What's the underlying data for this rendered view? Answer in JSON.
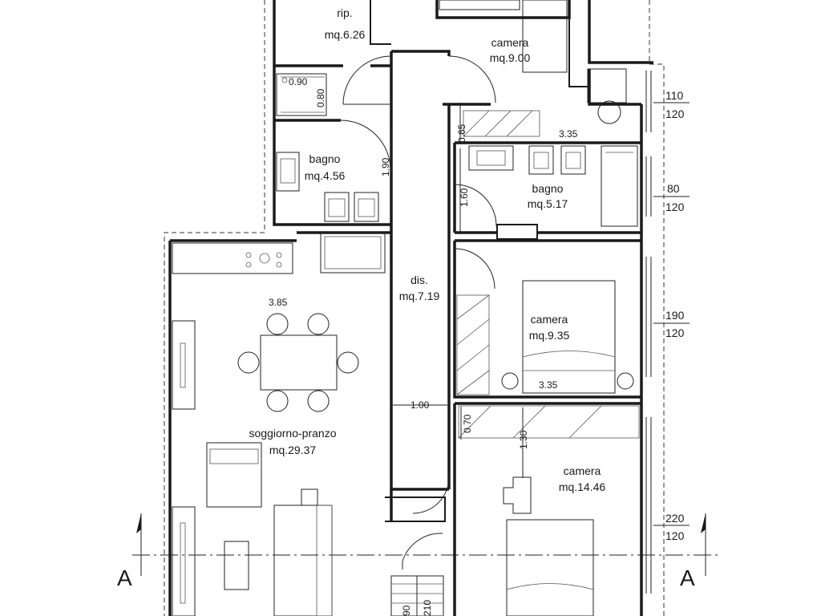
{
  "rooms": {
    "rip": {
      "name": "rip.",
      "area": "mq.6.26"
    },
    "camera_top": {
      "name": "camera",
      "area": "mq.9.00"
    },
    "bagno_left": {
      "name": "bagno",
      "area": "mq.4.56"
    },
    "bagno_right": {
      "name": "bagno",
      "area": "mq.5.17"
    },
    "dis": {
      "name": "dis.",
      "area": "mq.7.19"
    },
    "camera_mid": {
      "name": "camera",
      "area": "mq.9.35"
    },
    "soggiorno": {
      "name": "soggiorno-pranzo",
      "area": "mq.29.37"
    },
    "camera_big": {
      "name": "camera",
      "area": "mq.14.46"
    }
  },
  "dimensions": {
    "shower_w": "0.90",
    "shower_h": "0.80",
    "d_065": "0.65",
    "d_335_top": "3.35",
    "d_160": "1.60",
    "d_190_vert": "1.90",
    "d_385": "3.85",
    "d_335_bottom": "3.35",
    "d_100": "1.00",
    "d_070": "0.70",
    "d_130": "1.30",
    "stair_90": "90",
    "stair_210": "210"
  },
  "windows": [
    {
      "top": "110",
      "bottom": "120"
    },
    {
      "top": "80",
      "bottom": "120"
    },
    {
      "top": "190",
      "bottom": "120"
    },
    {
      "top": "220",
      "bottom": "120"
    }
  ],
  "section_marks": {
    "left": "A",
    "right": "A"
  }
}
